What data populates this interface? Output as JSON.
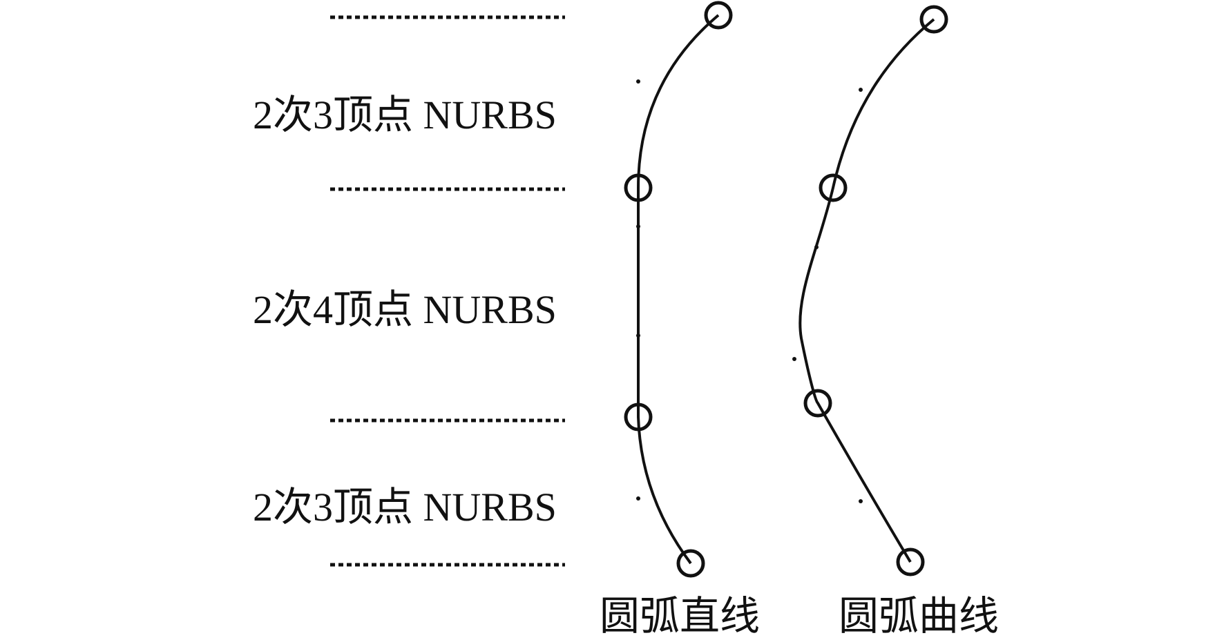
{
  "segments": [
    {
      "label": "2次3顶点 NURBS"
    },
    {
      "label": "2次4顶点 NURBS"
    },
    {
      "label": "2次3顶点 NURBS"
    }
  ],
  "curves": [
    {
      "caption": "圆弧直线"
    },
    {
      "caption": "圆弧曲线"
    }
  ],
  "colors": {
    "ink": "#111111",
    "background": "#ffffff"
  }
}
